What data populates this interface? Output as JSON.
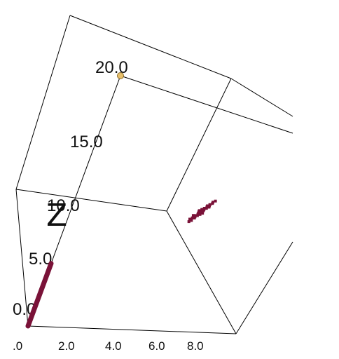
{
  "chart_data": {
    "type": "scatter",
    "projection": "3d",
    "title": "",
    "zlabel": "Z",
    "x_ticks": [
      ".0",
      "2.0",
      "4.0",
      "6.0",
      "8.0"
    ],
    "z_ticks": [
      "0.0",
      "5.0",
      "10.0",
      "15.0",
      "20.0"
    ],
    "colors": {
      "points": "#7a1238",
      "highlight": "#e8c06a",
      "edges": "#000000"
    },
    "highlight_point": {
      "x": 0,
      "y": 0,
      "z": 20.0
    },
    "line_segment": {
      "x": [
        0,
        0
      ],
      "y": [
        0,
        0
      ],
      "z": [
        0.0,
        5.0
      ]
    },
    "cluster": {
      "x": [
        6.1,
        6.3,
        6.0,
        5.9,
        6.5,
        6.2,
        6.4,
        6.1,
        5.8,
        6.6,
        6.3,
        6.0,
        6.2,
        6.5,
        5.9,
        6.4,
        6.1,
        6.7,
        6.2,
        6.0,
        5.9,
        6.3,
        6.6,
        6.1,
        6.4,
        6.2,
        5.8,
        6.5,
        6.0,
        6.3,
        6.2,
        6.1,
        6.4,
        5.9,
        6.6,
        6.2,
        6.0,
        6.3,
        6.5,
        6.1
      ],
      "z": [
        9.6,
        9.8,
        9.2,
        9.0,
        10.1,
        9.5,
        9.9,
        9.3,
        8.9,
        10.3,
        9.7,
        9.1,
        9.4,
        10.0,
        9.2,
        9.8,
        9.5,
        10.4,
        9.6,
        9.0,
        8.8,
        9.7,
        10.2,
        9.4,
        9.9,
        9.3,
        8.7,
        10.1,
        9.1,
        9.6,
        9.5,
        9.2,
        10.0,
        9.0,
        10.3,
        9.7,
        9.1,
        9.4,
        9.9,
        9.3
      ]
    }
  }
}
